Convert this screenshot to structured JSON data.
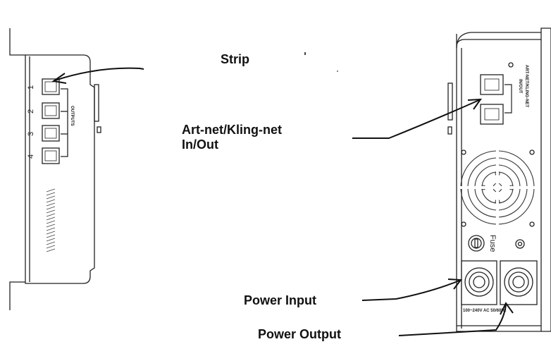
{
  "labels": {
    "strip": "Strip",
    "artnet_line1": "Art-net/Kling-net",
    "artnet_line2": "In/Out",
    "power_input": "Power Input",
    "power_output": "Power Output"
  },
  "left_device": {
    "outputs_label": "OUTPUTS",
    "port_numbers": [
      "1",
      "2",
      "3",
      "4"
    ]
  },
  "right_device": {
    "port_label_line1": "ART-NET/KLING-NET",
    "port_label_line2": "IN/OUT",
    "fuse_label": "Fuse",
    "voltage_label": "100~240V AC 50/60Hz"
  },
  "colors": {
    "line": "#222222",
    "device_fill": "#ffffff",
    "grid": "#555555"
  }
}
